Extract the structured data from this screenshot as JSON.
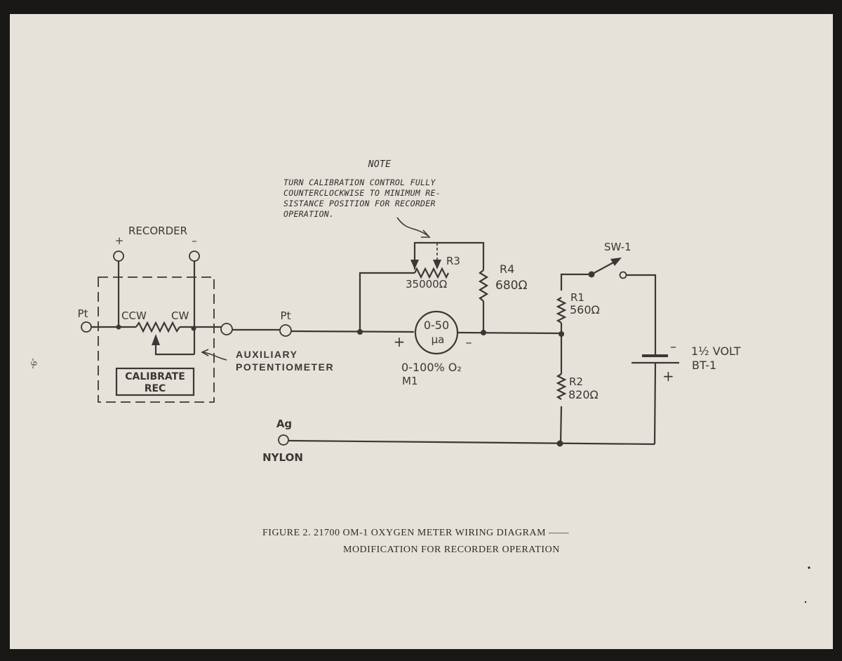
{
  "page_number": "-9-",
  "note": {
    "heading": "NOTE",
    "lines": [
      "TURN CALIBRATION CONTROL FULLY",
      "COUNTERCLOCKWISE TO MINIMUM RE-",
      "SISTANCE POSITION FOR RECORDER",
      "OPERATION."
    ]
  },
  "recorder": {
    "label": "RECORDER",
    "plus": "+",
    "minus": "–"
  },
  "aux_pot": {
    "ccw": "CCW",
    "cw": "CW",
    "box_line1": "CALIBRATE",
    "box_line2": "REC",
    "label_line1": "AUXILIARY",
    "label_line2": "POTENTIOMETER"
  },
  "terminals": {
    "pt_left": "Pt",
    "pt_mid": "Pt",
    "ag": "Ag",
    "nylon": "NYLON"
  },
  "components": {
    "r3": {
      "name": "R3",
      "value": "35000Ω"
    },
    "r4": {
      "name": "R4",
      "value": "680Ω"
    },
    "r1": {
      "name": "R1",
      "value": "560Ω"
    },
    "r2": {
      "name": "R2",
      "value": "820Ω"
    },
    "meter": {
      "range": "0-50",
      "unit": "μa",
      "plus": "+",
      "minus": "–",
      "scale": "0-100% O₂",
      "name": "M1"
    },
    "switch": {
      "name": "SW-1"
    },
    "battery": {
      "voltage": "1½ VOLT",
      "name": "BT-1",
      "minus": "–",
      "plus": "+"
    }
  },
  "caption": {
    "line1": "FIGURE 2.  21700 OM-1 OXYGEN METER WIRING DIAGRAM ——",
    "line2": "MODIFICATION FOR RECORDER OPERATION"
  }
}
